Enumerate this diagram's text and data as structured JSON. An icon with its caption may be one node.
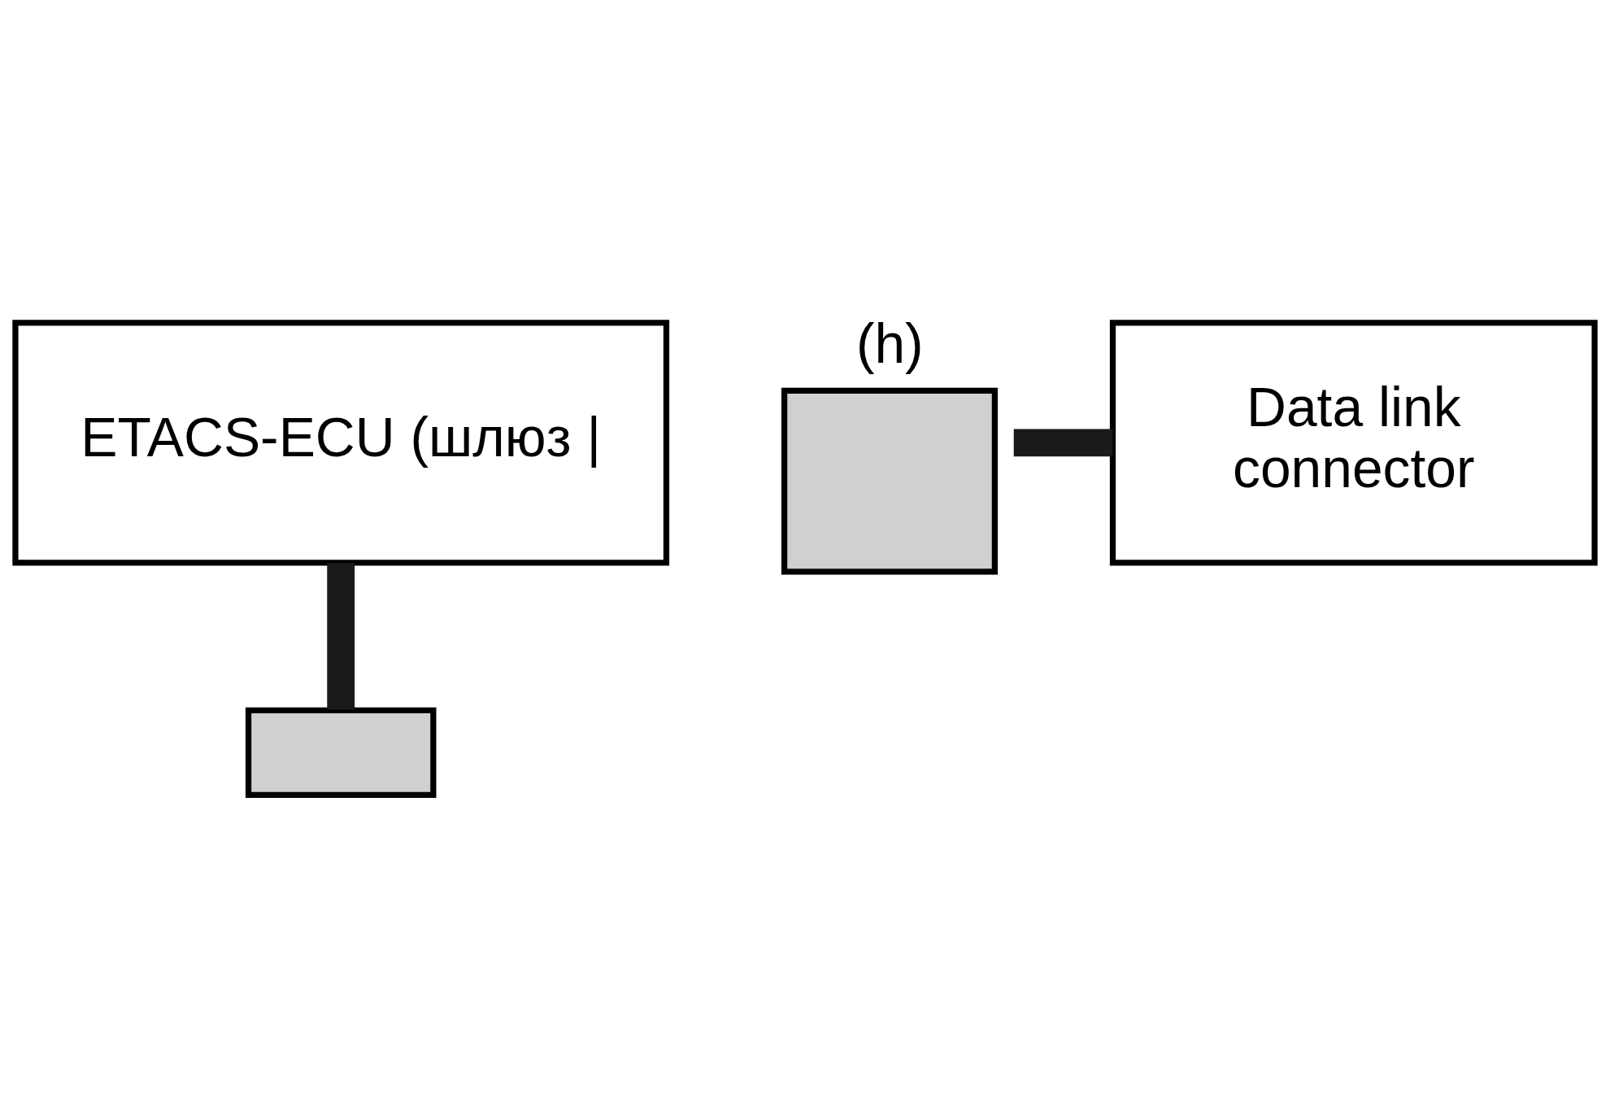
{
  "diagram": {
    "nodes": [
      {
        "text": [
          "ETACS-ECU (шлюз |"
        ]
      },
      {
        "text": [
          "(h)"
        ]
      },
      {
        "text": [
          "Data link connector"
        ]
      },
      {
        "text": [],
        "shape": "box"
      }
    ],
    "edges": [
      {
        "from": 1,
        "to": 2,
        "arrow": "none"
      },
      {
        "from": 0,
        "to": 3,
        "arrow": "none"
      }
    ]
  }
}
